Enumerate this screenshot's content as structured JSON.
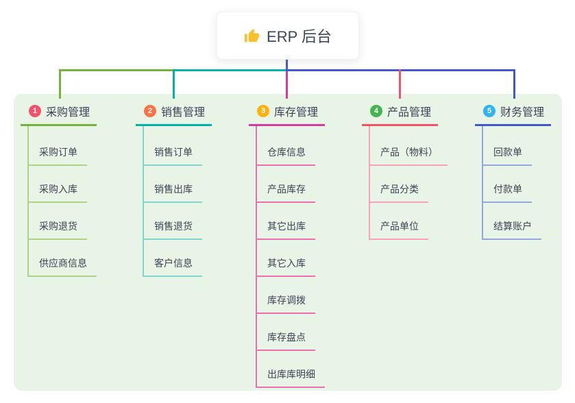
{
  "root": {
    "title": "ERP 后台",
    "icon": "thumbs-up-icon",
    "line_color": "#4c5ad3",
    "box_bg": "#ffffff",
    "icon_color": "#fbc02d"
  },
  "panel": {
    "bg": "#e8f4e5"
  },
  "branches": [
    {
      "number": "1",
      "title": "采购管理",
      "colors": {
        "badge": "#f4516c",
        "line": "#76b33e",
        "subline": "#a9d585"
      },
      "items": [
        "采购订单",
        "采购入库",
        "采购退货",
        "供应商信息"
      ]
    },
    {
      "number": "2",
      "title": "销售管理",
      "colors": {
        "badge": "#ff7246",
        "line": "#00b3a6",
        "subline": "#7fd6cd"
      },
      "items": [
        "销售订单",
        "销售出库",
        "销售退货",
        "客户信息"
      ]
    },
    {
      "number": "3",
      "title": "库存管理",
      "colors": {
        "badge": "#ffb113",
        "line": "#d6399f",
        "subline": "#ee6fb1"
      },
      "items": [
        "仓库信息",
        "产品库存",
        "其它出库",
        "其它入库",
        "库存调拨",
        "库存盘点",
        "出库库明细"
      ]
    },
    {
      "number": "4",
      "title": "产品管理",
      "colors": {
        "badge": "#46b450",
        "line": "#f4516c",
        "subline": "#f9a2b4"
      },
      "items": [
        "产品（物料）",
        "产品分类",
        "产品单位"
      ]
    },
    {
      "number": "5",
      "title": "财务管理",
      "colors": {
        "badge": "#30b3ef",
        "line": "#4456cf",
        "subline": "#93a7e0"
      },
      "items": [
        "回款单",
        "付款单",
        "结算账户"
      ]
    }
  ]
}
